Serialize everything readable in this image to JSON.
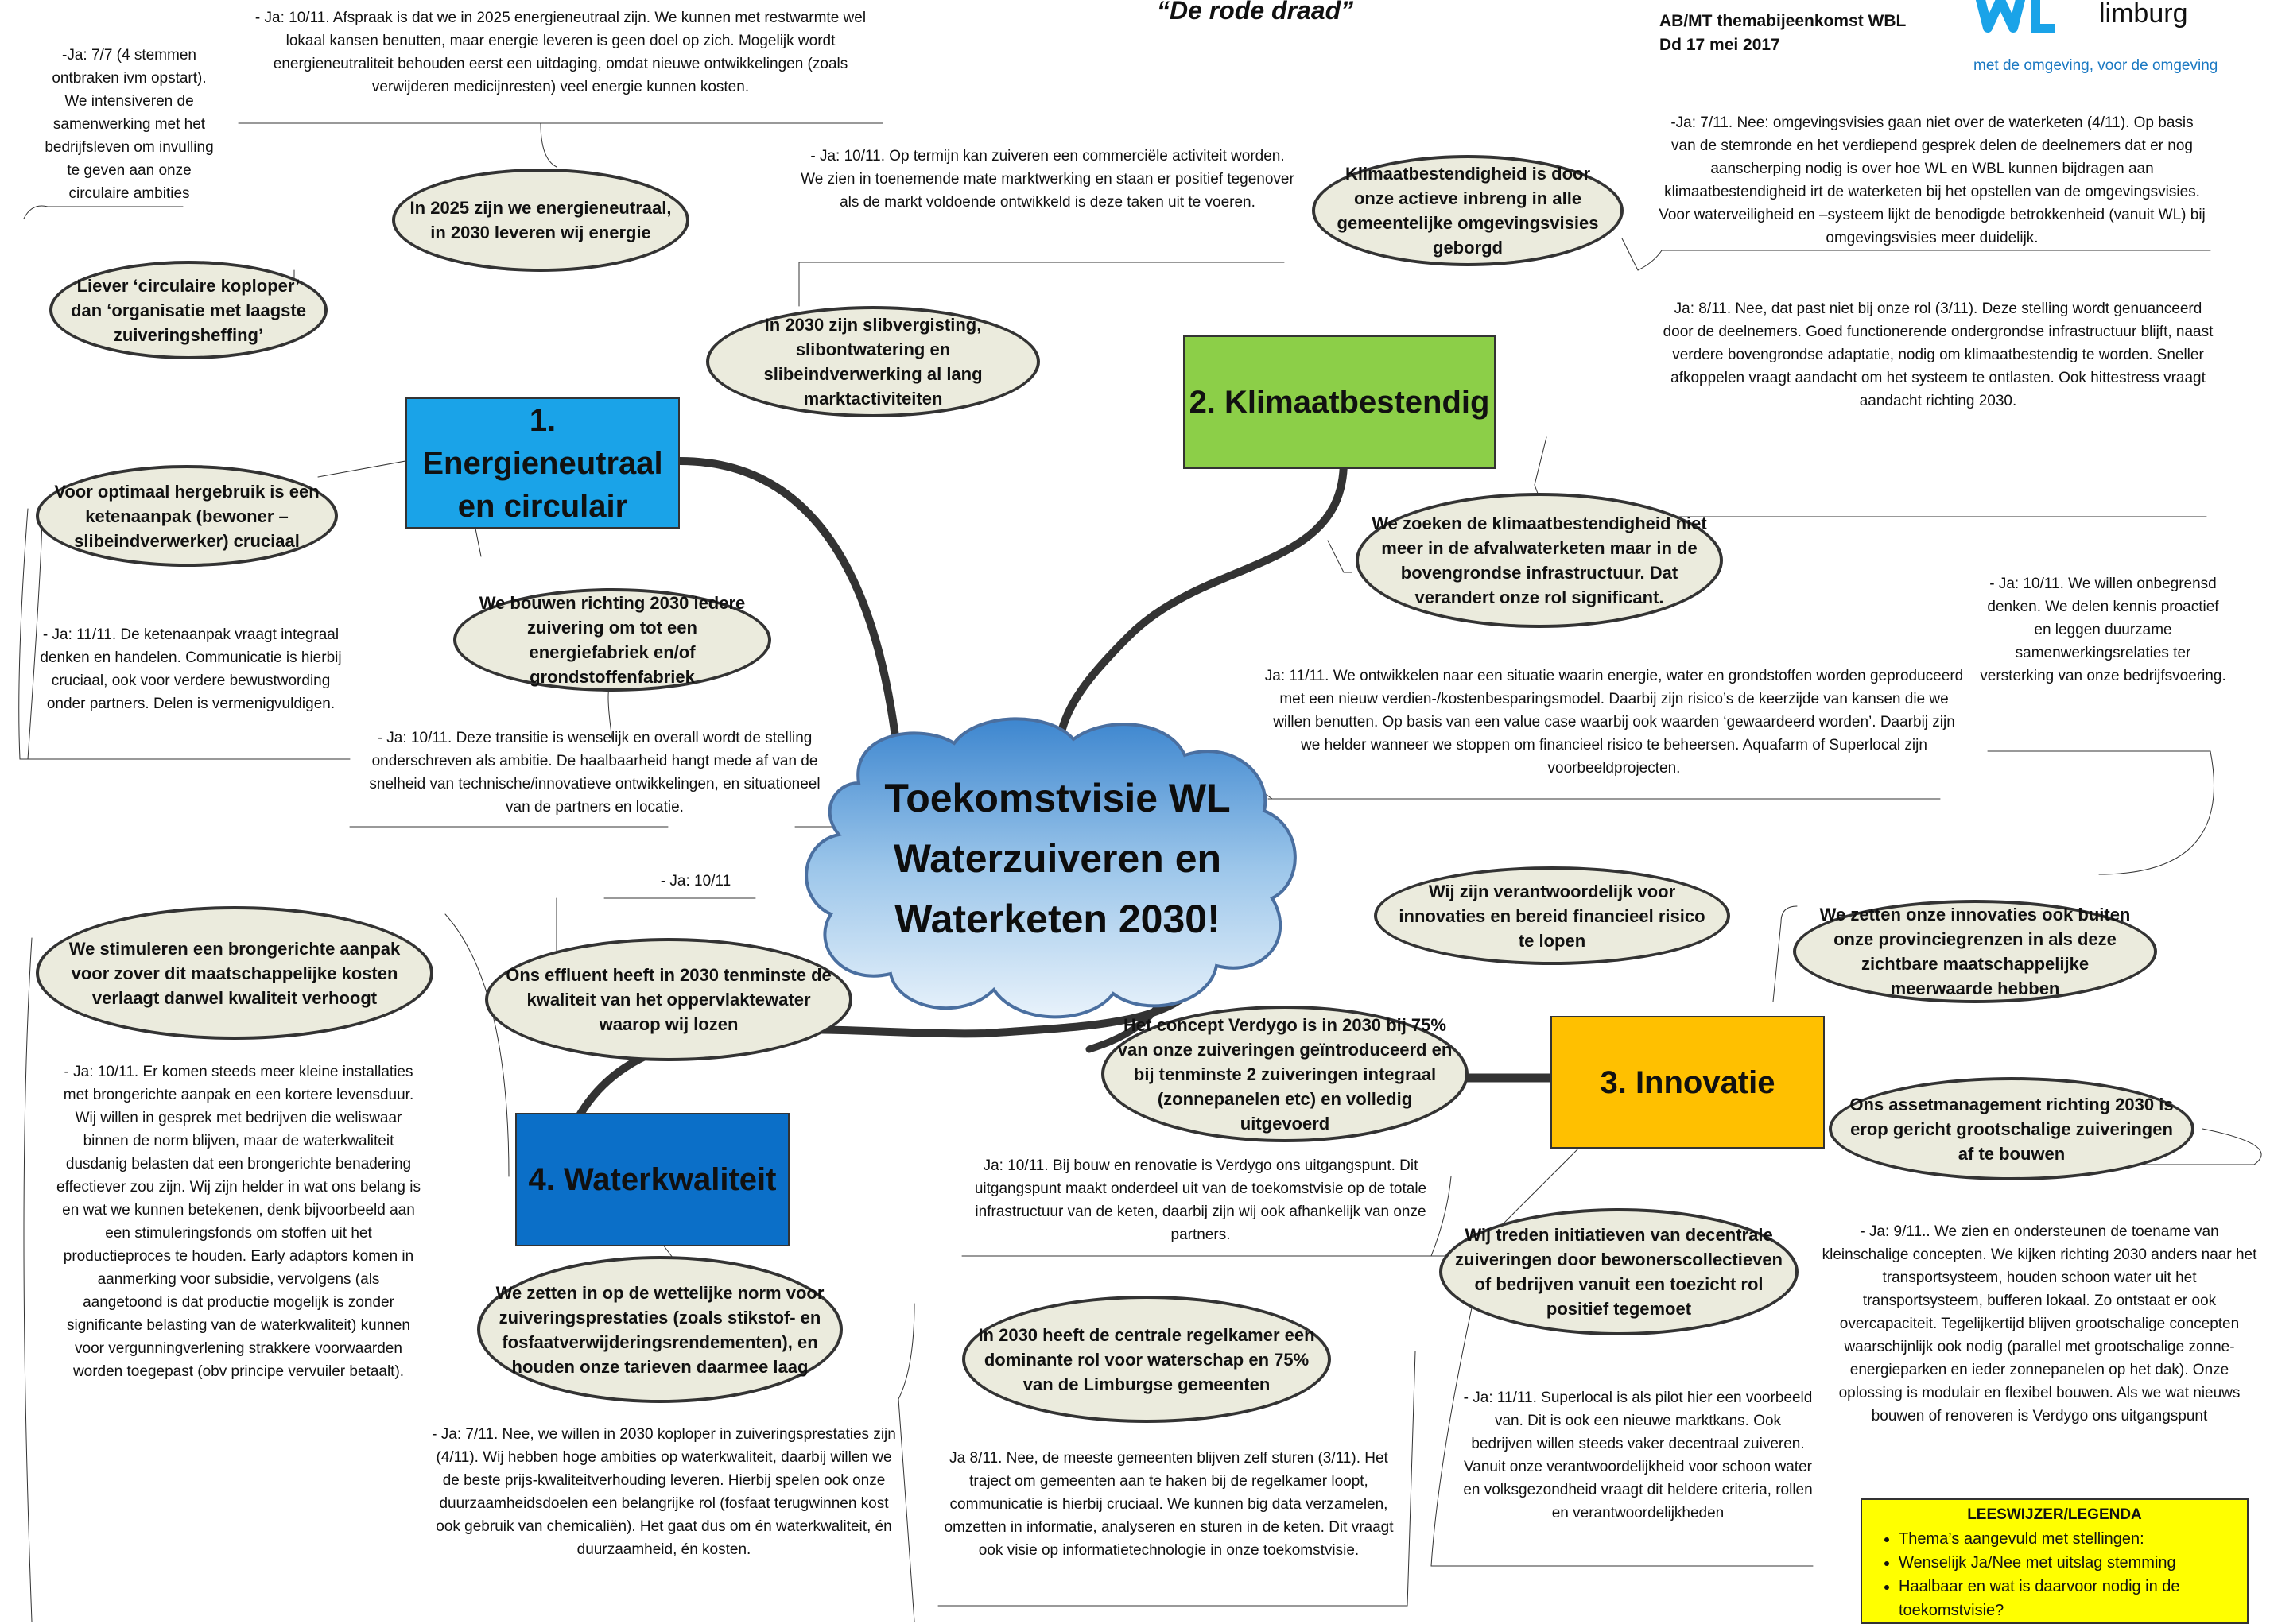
{
  "header": {
    "title": "“De rode draad”",
    "meeting": "AB/MT themabijeenkomst WBL",
    "date": "Dd 17 mei 2017",
    "logo_text": "limburg",
    "tagline": "met de omgeving, voor de omgeving"
  },
  "center": {
    "title_lines": [
      "Toekomstvisie WL",
      "Waterzuiveren en",
      "Waterketen 2030!"
    ]
  },
  "themes": {
    "t1": {
      "lines": [
        "1. Energieneutraal",
        "en circulair"
      ],
      "color": "#1aa3e8"
    },
    "t2": {
      "label": "2. Klimaatbestendig",
      "color": "#8ccf48"
    },
    "t3": {
      "label": "3. Innovatie",
      "color": "#ffc000"
    },
    "t4": {
      "label": "4. Waterkwaliteit",
      "color": "#0b6fc8"
    }
  },
  "statements": {
    "energie_2025": "In 2025 zijn we energieneutraal, in 2030 leveren wij energie",
    "koploper": "Liever ‘circulaire koploper’ dan ‘organisatie met laagste zuiveringsheffing’",
    "slib": "In 2030 zijn slibvergisting, slibontwatering en slibeindverwerking al lang marktactiviteiten",
    "ketenaanpak": "Voor optimaal hergebruik is een ketenaanpak (bewoner – slibeindverwerker) cruciaal",
    "energiefabriek": "We bouwen richting 2030 iedere zuivering om tot een energiefabriek en/of grondstoffenfabriek",
    "klimaat_omgevingsvisies": "Klimaatbestendigheid is door onze actieve inbreng in alle gemeentelijke omgevingsvisies geborgd",
    "klimaat_bovengronds": "We zoeken de klimaatbestendigheid niet meer in de afvalwaterketen maar in de bovengrondse infrastructuur. Dat verandert onze rol significant.",
    "innovatie_risico": "Wij zijn verantwoordelijk voor innovaties en bereid financieel risico te lopen",
    "innovatie_buiten": "We zetten onze innovaties ook buiten onze provinciegrenzen in als deze zichtbare maatschappelijke meerwaarde hebben",
    "verdygo": "Het concept Verdygo is in 2030 bij 75% van onze zuiveringen geïntroduceerd en bij tenminste 2 zuiveringen integraal (zonnepanelen etc) en volledig uitgevoerd",
    "assetmanagement": "Ons assetmanagement richting 2030 is erop gericht grootschalige zuiveringen af te bouwen",
    "decentraal": "Wij treden initiatieven van decentrale zuiveringen door bewonerscollectieven of bedrijven vanuit een toezicht rol positief tegemoet",
    "regelkamer": "In 2030 heeft de centrale regelkamer een dominante rol voor waterschap en 75% van de Limburgse gemeenten",
    "brongericht": "We stimuleren een brongerichte aanpak voor zover dit maatschappelijke kosten verlaagt danwel kwaliteit verhoogt",
    "effluent": "Ons effluent heeft in 2030 tenminste de kwaliteit van het oppervlaktewater waarop wij lozen",
    "wettelijk": "We zetten in op de wettelijke norm voor zuiveringsprestaties (zoals stikstof- en fosfaatverwijderingsrendementen), en houden onze tarieven daarmee laag"
  },
  "notes": {
    "n_top": "- Ja: 10/11. Afspraak is dat we in 2025 energieneutraal zijn. We kunnen met restwarmte wel lokaal kansen benutten, maar energie leveren is geen doel op zich. Mogelijk wordt energieneutraliteit behouden eerst een uitdaging, omdat nieuwe ontwikkelingen (zoals verwijderen medicijnresten) veel energie kunnen kosten.",
    "n_ja77": "-Ja: 7/7 (4 stemmen ontbraken ivm opstart). We intensiveren de samenwerking met het bedrijfsleven om invulling te geven aan onze circulaire ambities",
    "n_markt": "- Ja: 10/11. Op termijn kan zuiveren een commerciële activiteit worden. We zien in toenemende mate marktwerking en staan er positief tegenover als de markt voldoende ontwikkeld is deze taken uit te voeren.",
    "n_keten": "- Ja: 11/11. De ketenaanpak vraagt integraal denken en handelen. Communicatie is hierbij cruciaal, ook voor verdere bewustwording onder partners. Delen is vermenigvuldigen.",
    "n_transitie": "- Ja: 10/11. Deze transitie is wenselijk en overall wordt de stelling onderschreven als ambitie. De haalbaarheid hangt mede af van de snelheid van technische/innovatieve ontwikkelingen, en situationeel van de partners en locatie.",
    "n_omgeving": "-Ja: 7/11. Nee: omgevingsvisies gaan niet over de waterketen (4/11). Op basis van de stemronde en het verdiepend gesprek delen de deelnemers dat er nog aanscherping nodig is over hoe WL en WBL kunnen bijdragen aan klimaatbestendigheid irt de waterketen bij het opstellen van de omgevingsvisies. Voor waterveiligheid en –systeem lijkt de benodigde betrokkenheid (vanuit WL) bij omgevingsvisies meer duidelijk.",
    "n_rol": "Ja: 8/11. Nee, dat past niet bij onze rol (3/11). Deze stelling wordt genuanceerd door de deelnemers. Goed functionerende ondergrondse infrastructuur blijft, naast verdere bovengrondse adaptatie, nodig om klimaatbestendig te worden. Sneller afkoppelen vraagt aandacht om het systeem te ontlasten. Ook hittestress vraagt aandacht richting 2030.",
    "n_onbegrensd": "- Ja: 10/11. We willen onbegrensd denken. We delen kennis proactief en leggen duurzame samenwerkingsrelaties ter versterking van onze bedrijfsvoering.",
    "n_situatie": "Ja: 11/11. We ontwikkelen naar een situatie waarin energie, water en grondstoffen worden geproduceerd met een nieuw verdien-/kostenbesparingsmodel. Daarbij zijn risico’s de keerzijde van kansen die we willen benutten. Op basis van een value case waarbij ook waarden ‘gewaardeerd worden’. Daarbij zijn we helder wanneer we stoppen om financieel risico te beheersen. Aquafarm of Superlocal zijn voorbeeldprojecten.",
    "n_ja1011": "- Ja: 10/11",
    "n_brongericht": "- Ja: 10/11. Er komen steeds meer kleine installaties met brongerichte aanpak en een kortere levensduur. Wij willen in gesprek met bedrijven die weliswaar binnen de norm blijven, maar de waterkwaliteit dusdanig belasten dat een brongerichte benadering effectiever zou zijn. Wij zijn helder in wat ons belang is en wat we kunnen betekenen, denk bijvoorbeeld aan een stimuleringsfonds om stoffen uit het productieproces te houden. Early adaptors komen in aanmerking voor subsidie, vervolgens (als aangetoond is dat productie mogelijk is zonder significante belasting van de waterkwaliteit) kunnen voor vergunningverlening strakkere voorwaarden worden toegepast (obv principe vervuiler betaalt).",
    "n_verdygo": "Ja: 10/11. Bij bouw en renovatie is Verdygo ons uitgangspunt. Dit uitgangspunt maakt onderdeel uit van de toekomstvisie op de totale infrastructuur van de keten, daarbij zijn wij ook afhankelijk van onze partners.",
    "n_kleinschalig": "- Ja: 9/11.. We zien en ondersteunen de toename van kleinschalige concepten. We kijken richting 2030 anders naar het transportsysteem, houden schoon water uit het transportsysteem, bufferen lokaal. Zo ontstaat er ook overcapaciteit. Tegelijkertijd blijven grootschalige concepten waarschijnlijk ook nodig (parallel met grootschalige zonne-energieparken en ieder zonnepanelen op het dak). Onze oplossing is modulair en flexibel bouwen. Als we wat nieuws bouwen of renoveren is Verdygo ons uitgangspunt",
    "n_superlocal": "- Ja: 11/11. Superlocal is als pilot hier een voorbeeld van. Dit is ook een nieuwe marktkans. Ook bedrijven willen steeds vaker decentraal zuiveren. Vanuit onze verantwoordelijkheid voor schoon water en volksgezondheid vraagt dit heldere criteria, rollen en verantwoordelijkheden",
    "n_koploper": "- Ja: 7/11. Nee, we willen in 2030 koploper in zuiveringsprestaties zijn (4/11). Wij hebben hoge ambities op waterkwaliteit, daarbij willen we de beste prijs-kwaliteitverhouding leveren. Hierbij spelen ook onze duurzaamheidsdoelen een belangrijke rol (fosfaat terugwinnen kost ook gebruik van chemicaliën). Het gaat dus om én waterkwaliteit, én duurzaamheid, én kosten.",
    "n_gemeenten": "Ja 8/11. Nee, de meeste gemeenten blijven zelf sturen (3/11). Het traject om gemeenten aan te haken bij de regelkamer loopt, communicatie is hierbij cruciaal. We kunnen big data verzamelen, omzetten in informatie, analyseren en sturen in de keten. Dit vraagt ook visie op informatietechnologie in onze toekomstvisie."
  },
  "legend": {
    "title": "LEESWIJZER/LEGENDA",
    "items": [
      "Thema’s aangevuld met stellingen:",
      "Wenselijk Ja/Nee met uitslag stemming",
      "Haalbaar en wat is daarvoor nodig in de toekomstvisie?"
    ]
  },
  "colors": {
    "ellipse_fill": "#ebebdd",
    "connector": "#333333",
    "legend_bg": "#ffff00"
  }
}
